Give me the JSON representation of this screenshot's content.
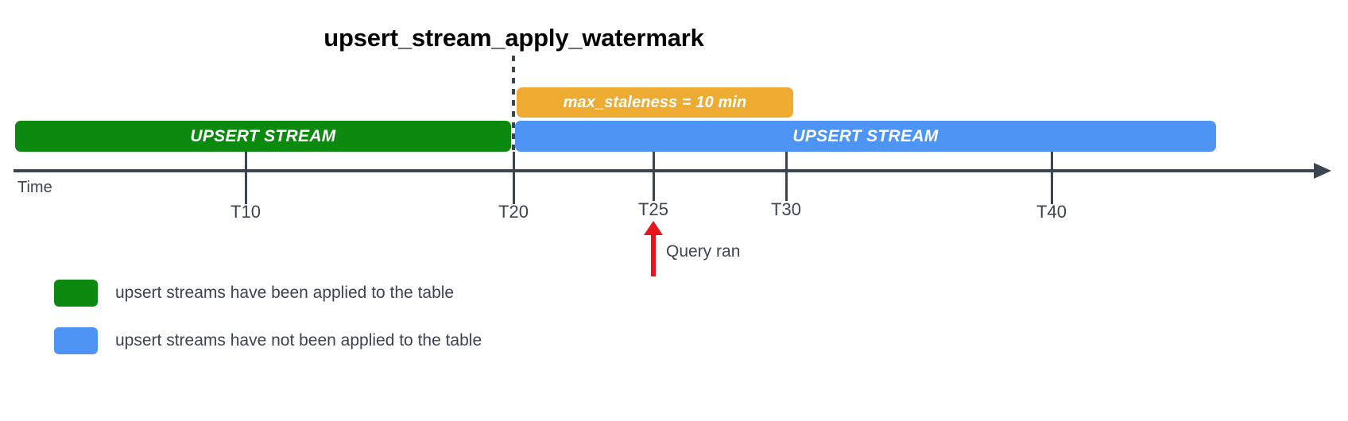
{
  "diagram": {
    "title": "upsert_stream_apply_watermark",
    "staleness_badge": {
      "label": "max_staleness = 10 min",
      "color": "#eeab31"
    },
    "bars": [
      {
        "name": "applied-stream",
        "label": "UPSERT STREAM",
        "color": "#0c8a10",
        "start": "T0",
        "end": "T20"
      },
      {
        "name": "pending-stream",
        "label": "UPSERT STREAM",
        "color": "#4d94f5",
        "start": "T20",
        "end": "T45"
      }
    ],
    "axis": {
      "caption": "Time",
      "color": "#3c4450",
      "ticks": [
        {
          "label": "T10"
        },
        {
          "label": "T20"
        },
        {
          "label": "T25"
        },
        {
          "label": "T30"
        },
        {
          "label": "T40"
        }
      ]
    },
    "query_marker": {
      "label": "Query ran",
      "at": "T25",
      "color": "#e8141c"
    },
    "legend": [
      {
        "color": "#0c8a10",
        "text": "upsert streams have been applied to the table"
      },
      {
        "color": "#4d94f5",
        "text": "upsert streams have not been applied to the table"
      }
    ]
  },
  "chart_data": {
    "type": "bar",
    "title": "upsert_stream_apply_watermark",
    "xlabel": "Time",
    "ylabel": "",
    "orientation": "horizontal-timeline",
    "xlim": [
      0,
      45
    ],
    "tick_labels": [
      "T10",
      "T20",
      "T25",
      "T30",
      "T40"
    ],
    "tick_values": [
      10,
      20,
      25,
      30,
      40
    ],
    "grid": false,
    "legend_position": "bottom-left",
    "series": [
      {
        "name": "upsert streams have been applied to the table",
        "color": "#0c8a10",
        "start": 0,
        "end": 20,
        "label": "UPSERT STREAM"
      },
      {
        "name": "upsert streams have not been applied to the table",
        "color": "#4d94f5",
        "start": 20,
        "end": 45,
        "label": "UPSERT STREAM"
      }
    ],
    "annotations": [
      {
        "name": "upsert_stream_apply_watermark",
        "type": "vertical-dashed-line",
        "at": 20,
        "color": "#3c4450"
      },
      {
        "name": "max_staleness = 10 min",
        "type": "span-badge",
        "start": 20,
        "end": 30,
        "color": "#eeab31"
      },
      {
        "name": "Query ran",
        "type": "up-arrow-marker",
        "at": 25,
        "color": "#e8141c"
      }
    ]
  }
}
